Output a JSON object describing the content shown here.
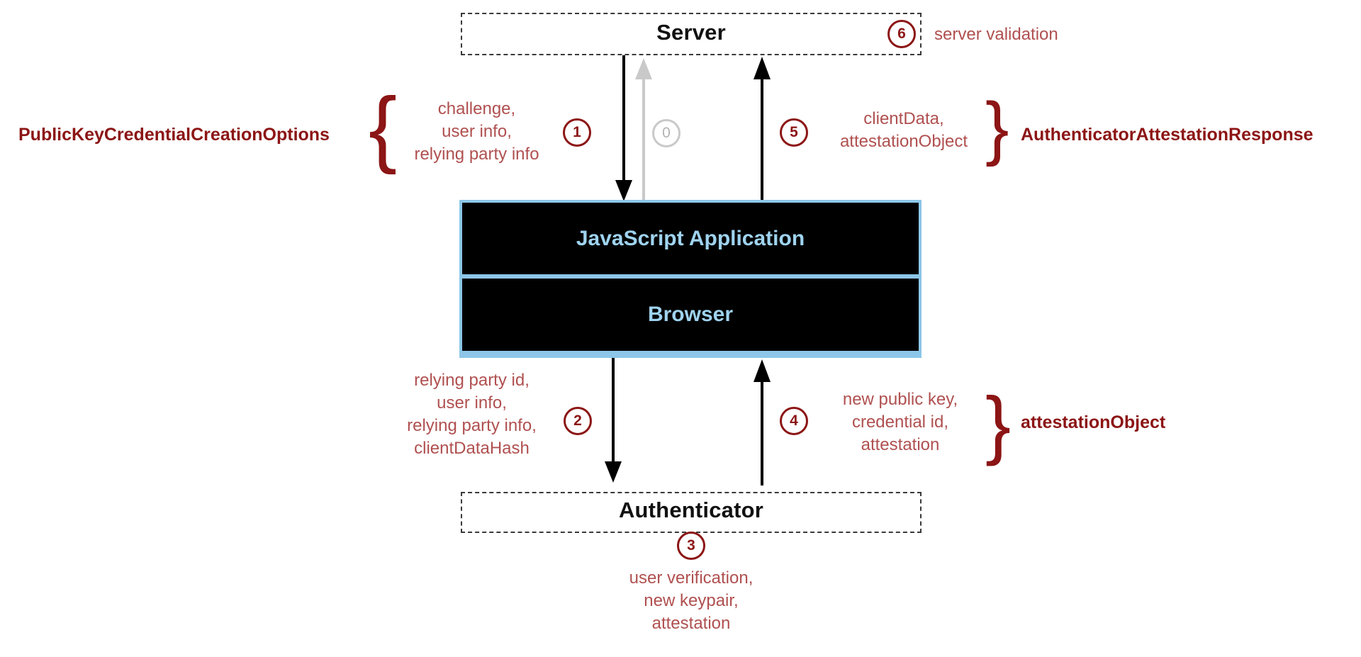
{
  "diagram": {
    "title": "WebAuthn registration ceremony flow",
    "colors": {
      "accent_red": "#8c1515",
      "note_red": "#b05050",
      "box_blue": "#8cc6e8",
      "box_text_blue": "#9fd3ef",
      "box_fill": "#000000",
      "muted_gray": "#c9c9c9"
    },
    "participants": {
      "server": "Server",
      "js_app": "JavaScript Application",
      "browser": "Browser",
      "authenticator": "Authenticator"
    },
    "steps": {
      "zero": "0",
      "one": "1",
      "two": "2",
      "three": "3",
      "four": "4",
      "five": "5",
      "six": "6"
    },
    "notes": {
      "step1": "challenge,\nuser info,\nrelying party info",
      "step2": "relying party id,\nuser info,\nrelying party info,\nclientDataHash",
      "step3": "user verification,\nnew keypair,\nattestation",
      "step4": "new public key,\ncredential id,\nattestation",
      "step5": "clientData,\nattestationObject",
      "step6": "server validation"
    },
    "type_labels": {
      "creation_options": "PublicKeyCredentialCreationOptions",
      "attestation_response": "AuthenticatorAttestationResponse",
      "attestation_object": "attestationObject"
    },
    "braces": {
      "left_open": "{",
      "right_close": "}"
    }
  }
}
